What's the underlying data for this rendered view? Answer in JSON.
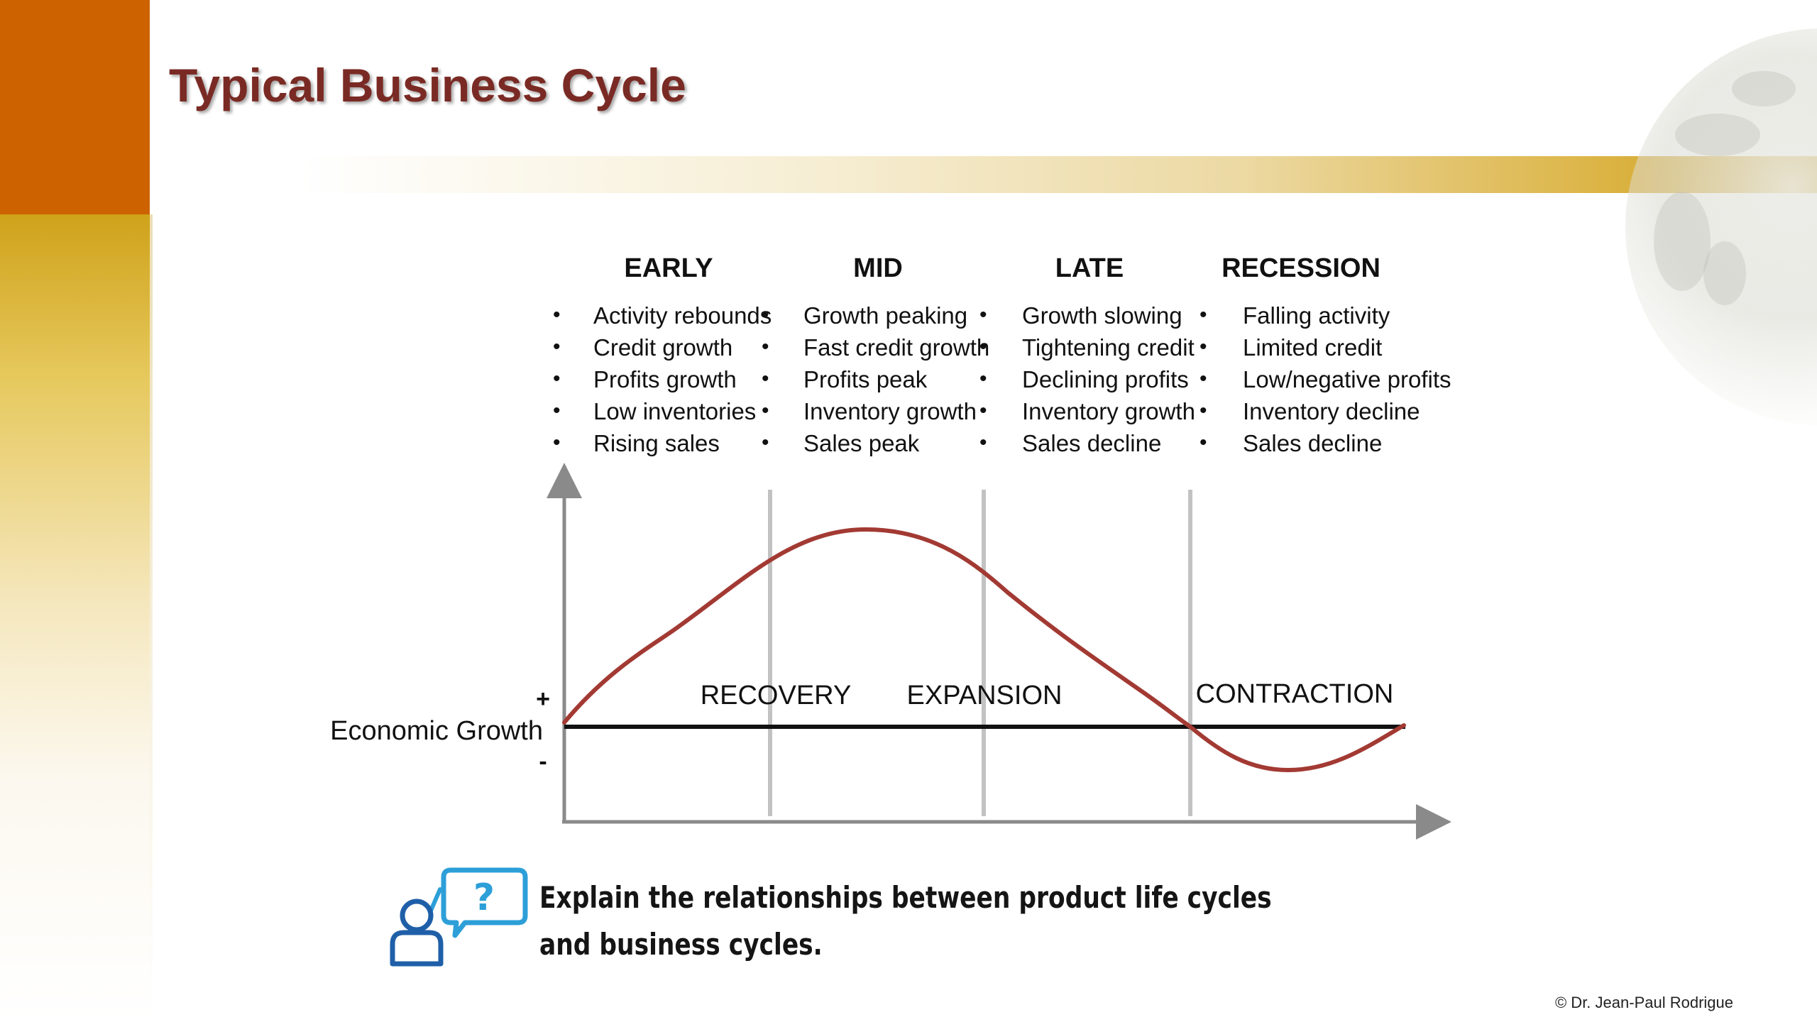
{
  "slide": {
    "title": "Typical Business Cycle",
    "copyright": "© Dr. Jean-Paul Rodrigue",
    "question": "Explain the relationships between product life cycles and business cycles."
  },
  "phases": [
    {
      "name": "EARLY",
      "bullets": [
        "Activity rebounds",
        "Credit growth",
        "Profits growth",
        "Low inventories",
        "Rising sales"
      ]
    },
    {
      "name": "MID",
      "bullets": [
        "Growth peaking",
        "Fast credit growth",
        "Profits peak",
        "Inventory growth",
        "Sales peak"
      ]
    },
    {
      "name": "LATE",
      "bullets": [
        "Growth slowing",
        "Tightening credit",
        "Declining profits",
        "Inventory growth",
        "Sales decline"
      ]
    },
    {
      "name": "RECESSION",
      "bullets": [
        "Falling activity",
        "Limited credit",
        "Low/negative profits",
        "Inventory decline",
        "Sales decline"
      ]
    }
  ],
  "chart": {
    "y_axis_label": "Economic Growth",
    "plus_sign": "+",
    "minus_sign": "-",
    "segment_labels": [
      "RECOVERY",
      "EXPANSION",
      "CONTRACTION"
    ]
  },
  "colors": {
    "curve": "#a23a33",
    "axis": "#8a8a8a",
    "baseline": "#111111",
    "dividers": "#c2c2c2",
    "title": "#7a2a24",
    "icon": "#2d9fd8"
  },
  "icons": [
    "person-question-icon",
    "globe-decoration-icon"
  ]
}
